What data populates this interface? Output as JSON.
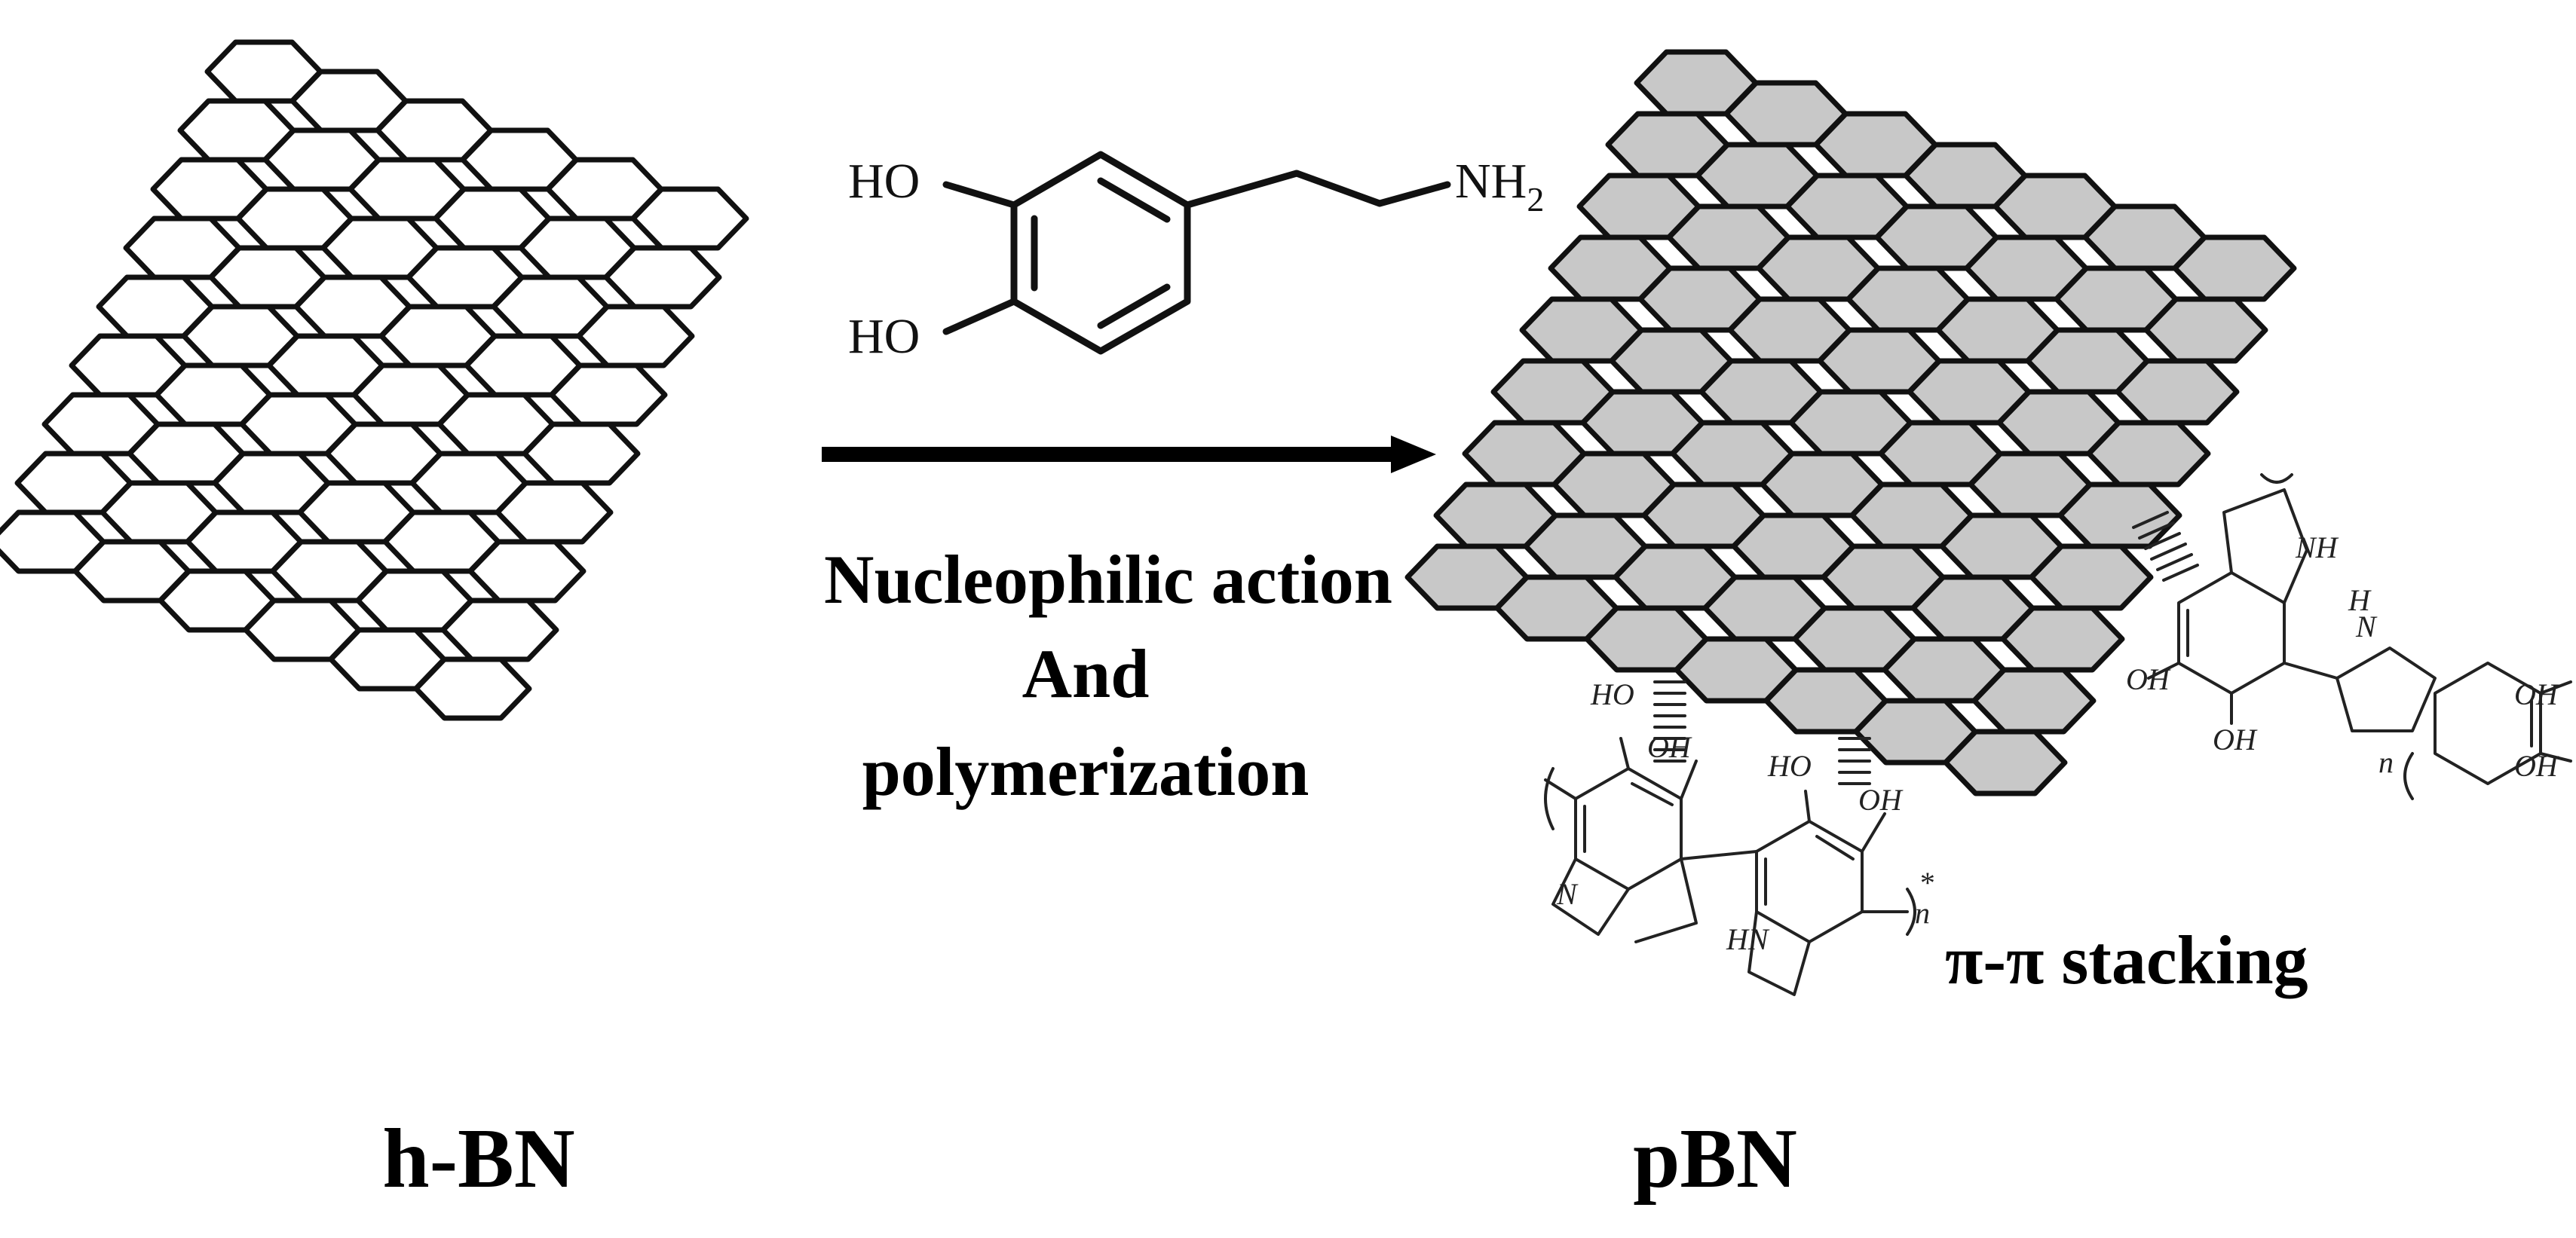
{
  "reaction": {
    "reactant": "h-BN",
    "product": "pBN",
    "conditions": [
      "Nucleophilic action",
      "And",
      "polymerization"
    ],
    "interaction": "π-π stacking"
  },
  "dopamine": {
    "hydroxyl_top": "HO",
    "hydroxyl_bottom": "HO",
    "amine": "NH",
    "amine_subscript": "2"
  },
  "polydopamine_labels": {
    "oh_a": "HO",
    "oh_b": "OH",
    "oh_c": "HO",
    "oh_d": "OH",
    "n_imine": "N",
    "hn": "HN",
    "sub_n": "n",
    "star": "*",
    "oh_e": "OH",
    "oh_f": "OH",
    "nh_a": "NH",
    "nh_b": "N",
    "h_b": "H",
    "oh_g": "OH",
    "oh_h": "OH",
    "sub_n2": "n"
  },
  "colors": {
    "line": "#111111",
    "coated_fill": "#c8c8c8",
    "plain_fill": "#ffffff"
  }
}
